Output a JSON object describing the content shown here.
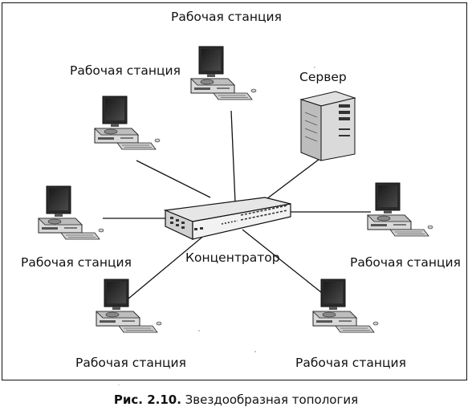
{
  "figure": {
    "caption_number": "Рис. 2.10.",
    "caption_text": " Звездообразная топология"
  },
  "nodes": {
    "hub_label": "Концентратор",
    "server_label": "Сервер",
    "ws_top_label": "Рабочая станция",
    "ws_upper_left_label": "Рабочая станция",
    "ws_left_label": "Рабочая станция",
    "ws_lower_left_label": "Рабочая станция",
    "ws_lower_right_label": "Рабочая станция",
    "ws_right_label": "Рабочая станция"
  }
}
